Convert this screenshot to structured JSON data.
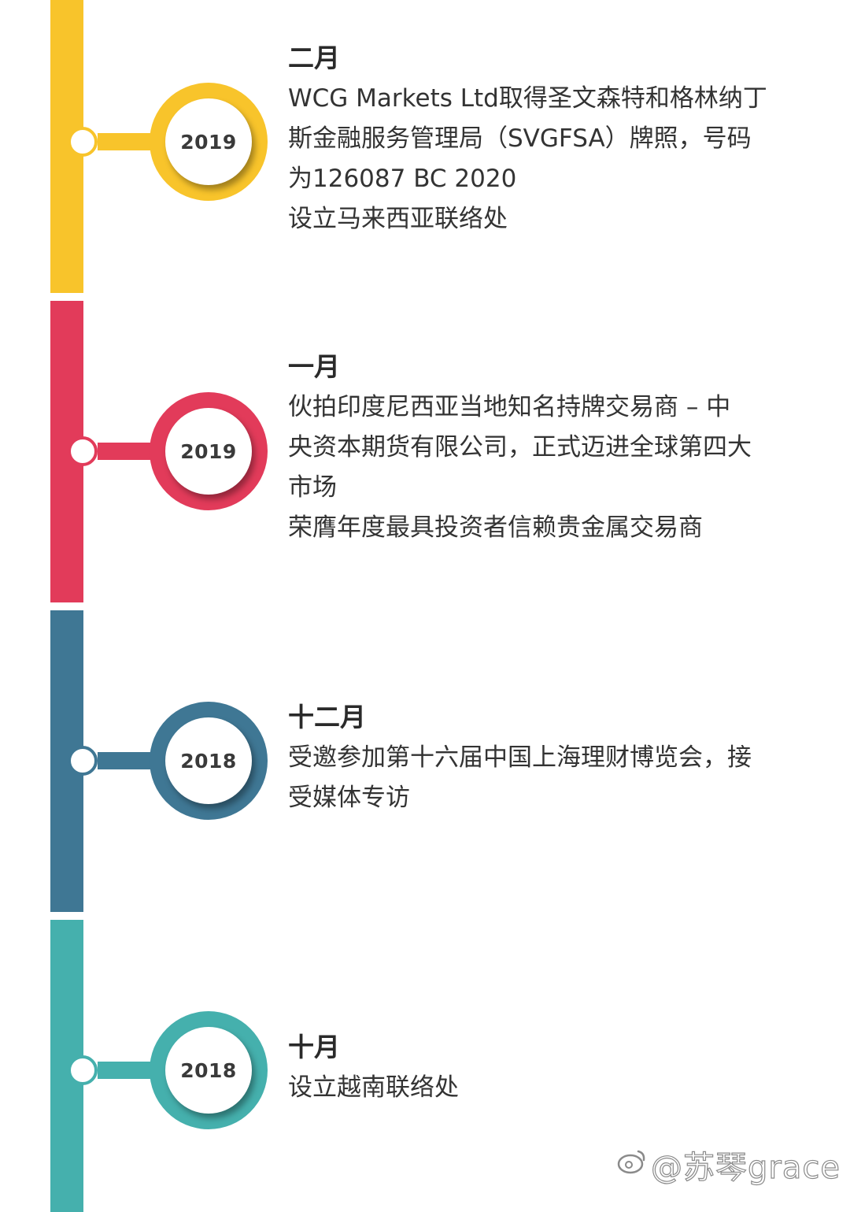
{
  "colors": {
    "yellow": "#f8c42b",
    "red": "#e23b5a",
    "blue": "#3f7794",
    "teal": "#45b0ad"
  },
  "events": [
    {
      "year": "2019",
      "month": "二月",
      "color": "#f8c42b",
      "lines": [
        "WCG Markets Ltd取得圣文森特和格林纳丁",
        "斯金融服务管理局（SVGFSA）牌照，号码",
        "为126087 BC 2020",
        "设立马来西亚联络处"
      ]
    },
    {
      "year": "2019",
      "month": "一月",
      "color": "#e23b5a",
      "lines": [
        "伙拍印度尼西亚当地知名持牌交易商 – 中",
        "央资本期货有限公司，正式迈进全球第四大",
        "市场",
        "荣膺年度最具投资者信赖贵金属交易商"
      ]
    },
    {
      "year": "2018",
      "month": "十二月",
      "color": "#3f7794",
      "lines": [
        "受邀参加第十六届中国上海理财博览会，接",
        "受媒体专访"
      ]
    },
    {
      "year": "2018",
      "month": "十月",
      "color": "#45b0ad",
      "lines": [
        "设立越南联络处"
      ]
    }
  ],
  "watermark": {
    "text": "@苏琴grace",
    "icon": "weibo-icon"
  }
}
